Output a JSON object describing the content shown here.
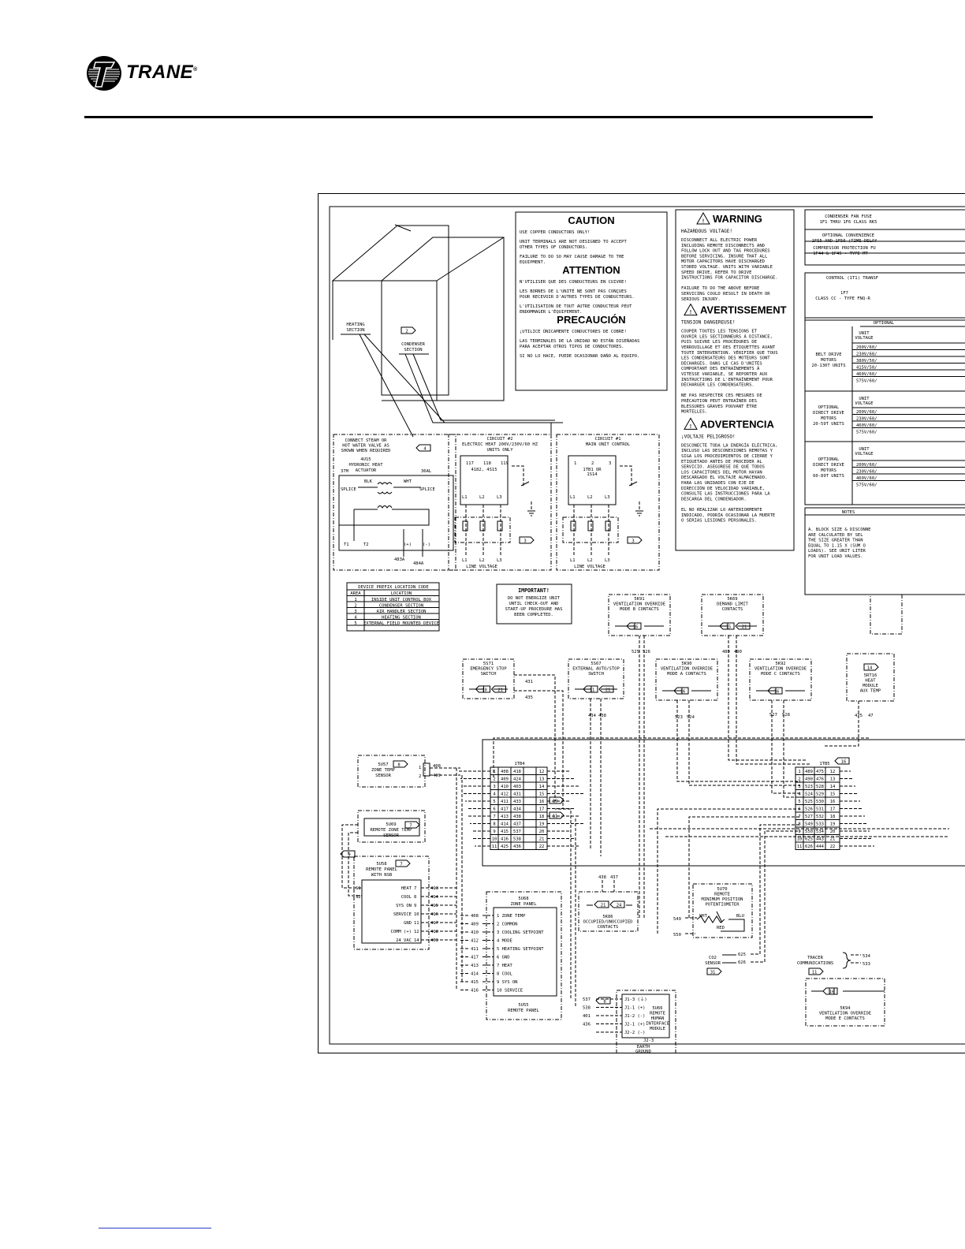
{
  "header": {
    "brand": "TRANE",
    "reg": "®"
  },
  "diagram": {
    "caution": {
      "title": "CAUTION",
      "lines": [
        "USE COPPER CONDUCTORS ONLY!",
        "UNIT TERMINALS ARE NOT DESIGNED TO ACCEPT",
        "OTHER TYPES OF CONDUCTORS.",
        "FAILURE TO DO SO MAY CAUSE DAMAGE TO THE",
        "EQUIPMENT."
      ],
      "fr_title": "ATTENTION",
      "fr_lines": [
        "N'UTILISER QUE DES CONDUCTEURS EN CUIVRE!",
        "LES BORNES DE L'UNITÉ NE SONT PAS CONÇUES",
        "POUR RECEVOIR D'AUTRES TYPES DE CONDUCTEURS.",
        "L'UTILISATION DE TOUT AUTRE CONDUCTEUR PEUT",
        "ENDOMMAGER L'ÉQUIPEMENT."
      ],
      "es_title": "PRECAUCIÓN",
      "es_lines": [
        "¡UTILICE ÚNICAMENTE CONDUCTORES DE COBRE!",
        "LAS TERMINALES DE LA UNIDAD NO ESTÁN DISEÑADAS",
        "PARA ACEPTAR OTROS TIPOS DE CONDUCTORES.",
        "SI NO LO HACE, PUEDE OCASIONAR DAÑO AL EQUIPO."
      ]
    },
    "warning": {
      "title": "WARNING",
      "sub": "HAZARDOUS VOLTAGE!",
      "lines": [
        "DISCONNECT ALL ELECTRIC POWER",
        "INCLUDING REMOTE DISCONNECTS AND",
        "FOLLOW LOCK OUT AND TAG PROCEDURES",
        "BEFORE SERVICING. INSURE THAT ALL",
        "MOTOR CAPACITORS HAVE DISCHARGED",
        "STORED VOLTAGE. UNITS WITH VARIABLE",
        "SPEED DRIVE, REFER TO DRIVE",
        "INSTRUCTIONS FOR CAPACITOR DISCHARGE.",
        "",
        "FAILURE TO DO THE ABOVE BEFORE",
        "SERVICING COULD RESULT IN DEATH OR",
        "SERIOUS INJURY."
      ],
      "fr_title": "AVERTISSEMENT",
      "fr_sub": "TENSION DANGEREUSE!",
      "fr_lines": [
        "COUPER TOUTES LES TENSIONS ET",
        "OUVRIR LES SECTIONNEURS À DISTANCE,",
        "PUIS SUIVRE LES PROCÉDURES DE",
        "VERROUILLAGE ET DES ÉTIQUETTES AVANT",
        "TOUTE INTERVENTION. VÉRIFIER QUE TOUS",
        "LES CONDENSATEURS DES MOTEURS SONT",
        "DÉCHARGÉS. DANS LE CAS D'UNITÉS",
        "COMPORTANT DES ENTRAÎNEMENTS À",
        "VITESSE VARIABLE, SE REPORTER AUX",
        "INSTRUCTIONS DE L'ENTRAÎNEMENT POUR",
        "DÉCHARGER LES CONDENSATEURS.",
        "",
        "NE PAS RESPECTER CES MESURES DE",
        "PRÉCAUTION PEUT ENTRAÎNER DES",
        "BLESSURES GRAVES POUVANT ÊTRE",
        "MORTELLES."
      ],
      "es_title": "ADVERTENCIA",
      "es_sub": "¡VOLTAJE PELIGROSO!",
      "es_lines": [
        "DESCONECTE TODA LA ENERGÍA ELÉCTRICA,",
        "INCLUSO LAS DESCONEXIONES REMOTAS Y",
        "SIGA LOS PROCEDIMIENTOS DE CIERRE Y",
        "ETIQUETADO ANTES DE PROCEDER AL",
        "SERVICIO. ASEGÚRESE DE QUE TODOS",
        "LOS CAPACITORES DEL MOTOR HAYAN",
        "DESCARGADO EL VOLTAJE ALMACENADO.",
        "PARA LAS UNIDADES CON EJE DE",
        "DIRECCIÓN DE VELOCIDAD VARIABLE,",
        "CONSULTE LAS INSTRUCCIONES PARA LA",
        "DESCARGA DEL CONDENSADOR.",
        "",
        "EL NO REALIZAR LO ANTERIORMENTE",
        "INDICADO, PODRÍA OCASIONAR LA MUERTE",
        "O SERIAS LESIONES PERSONALES."
      ]
    },
    "right_table": {
      "r1": "CONDENSER FAN FUSE",
      "r1b": "1F1 THRU 1F6 CLASS RK5",
      "r2": "OPTIONAL CONVENIENCE",
      "r2b": "1F55 AND 1F56 (TIME DELAY",
      "r3": "COMPRESSOR PROTECTION FU",
      "r3b": "1F44 & 1F45 - TYPE MT",
      "r4": "CONTROL (1T1) TRANSF",
      "r5": "1F7",
      "r5b": "CLASS CC - TYPE FNQ-R",
      "opt_head": "OPTIONAL",
      "unit_voltage": "UNIT",
      "voltage": "VOLTAGE",
      "belt": [
        "BELT DRIVE",
        "MOTORS",
        "20-130T UNITS"
      ],
      "belt_v": [
        "200V/60/",
        "230V/60/",
        "380V/50/",
        "415V/50/",
        "460V/60/",
        "575V/60/"
      ],
      "dd1": [
        "OPTIONAL",
        "DIRECT DRIVE",
        "MOTORS",
        "20-59T UNITS"
      ],
      "dd1_v": [
        "200V/60/",
        "230V/60/",
        "460V/60/",
        "575V/60/"
      ],
      "dd2": [
        "OPTIONAL",
        "DIRECT DRIVE",
        "MOTORS",
        "60-89T UNITS"
      ],
      "dd2_v": [
        "200V/60/",
        "230V/60/",
        "460V/60/",
        "575V/60/"
      ],
      "notes": "NOTES",
      "note_a": [
        "A. BLOCK SIZE & DISCONNE",
        "ARE CALCULATED BY SEL",
        "THE SIZE GREATER THAN",
        "EQUAL TO 1.15 X (SUM O",
        "LOADS). SEE UNIT LITER",
        "FOR UNIT LOAD VALUES."
      ]
    },
    "unit": {
      "heating": [
        "HEATING",
        "SECTION"
      ],
      "heat_tag": "4",
      "cond": [
        "CONDENSER",
        "SECTION"
      ],
      "cond_tag": "2"
    },
    "hydronic": {
      "lines": [
        "CONNECT STEAM OR",
        "HOT WATER VALVE AS",
        "SHOWN WHEN REQUIRED"
      ],
      "tag": "4",
      "dev": "4U15",
      "name": "HYDRONIC HEAT",
      "name2": "ACTUATOR",
      "t1": "37M",
      "t2": "36AL",
      "blk": "BLK",
      "wht": "WHT",
      "splice": "SPLICE",
      "pins": [
        "T1",
        "T2",
        "(+)",
        "(-)"
      ],
      "wires": [
        "483A",
        "484A"
      ]
    },
    "circuit2": {
      "title": "CIRCUIT #2",
      "sub": "ELECTRIC HEAT 200V/230V/60 HZ",
      "sub2": "UNITS ONLY",
      "terms": [
        "117",
        "118",
        "119"
      ],
      "dev": "4182, 4S15",
      "L": [
        "L1",
        "L2",
        "L3"
      ],
      "tag": "3",
      "lv": "LINE VOLTAGE"
    },
    "circuit1": {
      "title": "CIRCUIT #1",
      "sub": "MAIN UNIT CONTROL",
      "terms": [
        "1",
        "2",
        "3"
      ],
      "dev": "1TB1 OR",
      "dev2": "1S14",
      "L": [
        "L1",
        "L2",
        "L3"
      ],
      "tag": "3",
      "lv": "LINE VOLTAGE"
    },
    "prefix_table": {
      "title": "DEVICE PREFIX LOCATION CODE",
      "head": [
        "AREA",
        "LOCATION"
      ],
      "rows": [
        [
          "1",
          "INSIDE UNIT CONTROL BOX"
        ],
        [
          "2",
          "CONDENSER SECTION"
        ],
        [
          "3",
          "AIR HANDLER SECTION"
        ],
        [
          "4",
          "HEATING SECTION"
        ],
        [
          "5",
          "EXTERNAL FIELD MOUNTED DEVICE"
        ]
      ]
    },
    "important": {
      "title": "IMPORTANT!",
      "lines": [
        "DO NOT ENERGIZE UNIT",
        "UNTIL CHECK-OUT AND",
        "START-UP PROCEDURE HAS",
        "BEEN COMPLETED."
      ]
    },
    "devices": {
      "k91": [
        "5K91",
        "VENTILATION OVERRIDE",
        "MODE B CONTACTS"
      ],
      "k91_tag": "16",
      "k91_w": [
        "525",
        "526"
      ],
      "k69": [
        "5K69",
        "DEMAND LIMIT",
        "CONTACTS"
      ],
      "k69_tags": [
        "15",
        "21"
      ],
      "k69_w": [
        "489",
        "490"
      ],
      "s71": [
        "5S71",
        "EMERGENCY STOP",
        "SWITCH"
      ],
      "s71_tags": [
        "10",
        "21"
      ],
      "s71_w": [
        "431",
        "435"
      ],
      "s67": [
        "5S67",
        "EXTERNAL AUTO/STOP",
        "SWITCH"
      ],
      "s67_tags": [
        "11",
        "21"
      ],
      "s67_w": [
        "434",
        "438"
      ],
      "k90": [
        "5K90",
        "VENTILATION OVERRIDE",
        "MODE A CONTACTS"
      ],
      "k90_tag": "16",
      "k90_w": [
        "523",
        "524"
      ],
      "k92": [
        "5K92",
        "VENTILATION OVERRIDE",
        "MODE C CONTACTS"
      ],
      "k92_tag": "16",
      "k92_w": [
        "527",
        "528"
      ],
      "rt16": [
        "5RT16",
        "HEAT",
        "MODULE",
        "AUX TEMP"
      ],
      "rt16_tag": "14",
      "rt16_w": [
        "475",
        "47"
      ],
      "u57": [
        "5U57",
        "ZONE TEMP",
        "SENSOR"
      ],
      "u57_tag": "8",
      "u57_w": [
        "408",
        "409"
      ],
      "u69": [
        "5U69",
        "REMOTE ZONE TEMP",
        "SENSOR"
      ],
      "u69_tag": "7",
      "u58": [
        "5U58",
        "REMOTE PANEL",
        "WITH NSB"
      ],
      "u58_tag": "7",
      "tag9": "9",
      "u58_left": [
        "S1",
        "S2"
      ],
      "u58_rows": [
        [
          "HEAT",
          "7",
          "413"
        ],
        [
          "COOL",
          "8",
          "414"
        ],
        [
          "SYS ON",
          "9",
          "415"
        ],
        [
          "SERVICE",
          "10",
          "416"
        ],
        [
          "GND",
          "11",
          "417"
        ],
        [
          "COMM (+)",
          "12",
          "418"
        ],
        [
          "24 VAC",
          "14",
          "403"
        ]
      ],
      "u68": [
        "5U68",
        "ZONE PANEL"
      ],
      "u68_rows": [
        [
          "408",
          "1 ZONE TEMP"
        ],
        [
          "409",
          "2 COMMON"
        ],
        [
          "410",
          "3 COOLING SETPOINT"
        ],
        [
          "412",
          "4 MODE"
        ],
        [
          "411",
          "5 HEATING SETPOINT"
        ],
        [
          "417",
          "6 GND"
        ],
        [
          "413",
          "7 HEAT"
        ],
        [
          "414",
          "8 COOL"
        ],
        [
          "415",
          "9 SYS ON"
        ],
        [
          "416",
          "10 SERVICE"
        ]
      ],
      "u68_foot": "5U55",
      "u68_foot2": "REMOTE PANEL",
      "k86": [
        "5K86",
        "OCCUPIED/UNOCCUPIED",
        "CONTACTS"
      ],
      "k86_tags": [
        "21",
        "24"
      ],
      "k86_w": [
        "438",
        "437"
      ],
      "u70": [
        "5U70",
        "REMOTE",
        "MINIMUM POSITION",
        "POTENTIOMETER"
      ],
      "u70_w": [
        "549",
        "550"
      ],
      "u70_c": [
        "WHT",
        "BLU",
        "RED"
      ],
      "co2": [
        "CO2",
        "SENSOR"
      ],
      "co2_tag": "31",
      "co2_w": [
        "625",
        "626"
      ],
      "tracer": [
        "TRACER",
        "COMMUNICATIONS"
      ],
      "tracer_tag": "11",
      "tracer_w": [
        "534",
        "533"
      ],
      "u66": [
        "5U66",
        "REMOTE",
        "HUMAN",
        "INTERFACE",
        "MODULE"
      ],
      "u66_tag": "8",
      "u66_rows": [
        [
          "537",
          "J1-3 (⏚)"
        ],
        [
          "538",
          "J1-1 (+)"
        ],
        [
          "401",
          "J1-2 (-)"
        ],
        [
          "436",
          "J2-1 (+)"
        ],
        [
          "",
          "J2-2 (-)"
        ]
      ],
      "u66_j": "J2-3",
      "earth": [
        "EARTH",
        "GROUND"
      ],
      "k94": [
        "5K94",
        "VENTILATION OVERRIDE",
        "MODE E CONTACTS"
      ],
      "k94_tag": "16"
    },
    "tb4": {
      "name": "1TB4",
      "rows": [
        [
          "1",
          "408",
          "418",
          "12"
        ],
        [
          "2",
          "409",
          "424",
          "13"
        ],
        [
          "3",
          "410",
          "403",
          "14"
        ],
        [
          "4",
          "412",
          "431",
          "15"
        ],
        [
          "5",
          "411",
          "433",
          "16"
        ],
        [
          "6",
          "417",
          "434",
          "17"
        ],
        [
          "7",
          "413",
          "438",
          "18"
        ],
        [
          "8",
          "414",
          "437",
          "19"
        ],
        [
          "9",
          "415",
          "537",
          "20"
        ],
        [
          "10",
          "416",
          "538",
          "21"
        ],
        [
          "11",
          "425",
          "436",
          "22"
        ]
      ],
      "tags": [
        "10",
        "11"
      ]
    },
    "tb5": {
      "name": "1TB5",
      "tag": "16",
      "rows": [
        [
          "1",
          "489",
          "475",
          "12"
        ],
        [
          "2",
          "490",
          "476",
          "13"
        ],
        [
          "3",
          "523",
          "528",
          "14"
        ],
        [
          "4",
          "524",
          "529",
          "15"
        ],
        [
          "5",
          "525",
          "530",
          "16"
        ],
        [
          "6",
          "526",
          "531",
          "17"
        ],
        [
          "7",
          "527",
          "532",
          "18"
        ],
        [
          "8",
          "549",
          "533",
          "19"
        ],
        [
          "9",
          "550",
          "534",
          "20"
        ],
        [
          "10",
          "625",
          "443",
          "21"
        ],
        [
          "11",
          "626",
          "444",
          "22"
        ]
      ]
    }
  }
}
